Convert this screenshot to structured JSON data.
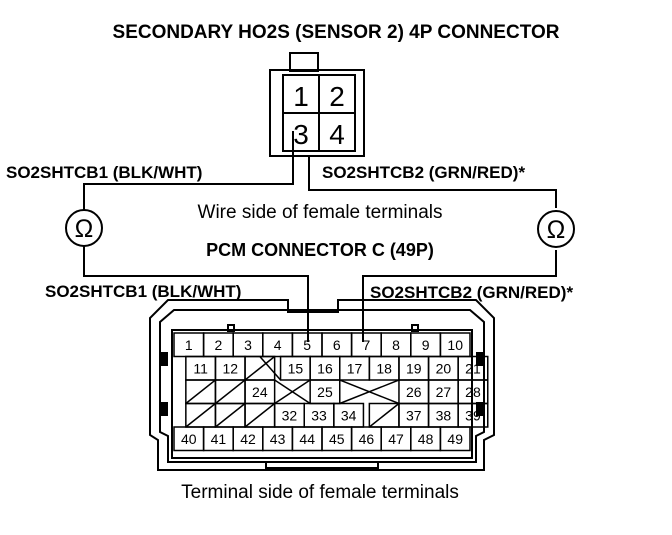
{
  "title": "SECONDARY HO2S (SENSOR 2) 4P CONNECTOR",
  "connector_4p": {
    "terminals": [
      "1",
      "2",
      "3",
      "4"
    ]
  },
  "wire_left_top": "SO2SHTCB1 (BLK/WHT)",
  "wire_right_top": "SO2SHTCB2 (GRN/RED)*",
  "wire_side_caption": "Wire side of female terminals",
  "meter_symbol": "Ω",
  "pcm_title": "PCM CONNECTOR C (49P)",
  "wire_left_bottom": "SO2SHTCB1 (BLK/WHT)",
  "wire_right_bottom": "SO2SHTCB2 (GRN/RED)*",
  "pcm_connector": {
    "row1": [
      "1",
      "2",
      "3",
      "4",
      "5",
      "6",
      "7",
      "8",
      "9",
      "10"
    ],
    "row2_left": [
      "11",
      "12"
    ],
    "row2_mid": [
      "15",
      "16",
      "17",
      "18",
      "19",
      "20",
      "21"
    ],
    "row3_left": [
      "24"
    ],
    "row3_mid": [
      "25"
    ],
    "row3_right": [
      "26",
      "27",
      "28"
    ],
    "row4_mid": [
      "32",
      "33",
      "34"
    ],
    "row4_right": [
      "37",
      "38",
      "39"
    ],
    "row5": [
      "40",
      "41",
      "42",
      "43",
      "44",
      "45",
      "46",
      "47",
      "48",
      "49"
    ]
  },
  "terminal_side_caption": "Terminal side of female terminals"
}
